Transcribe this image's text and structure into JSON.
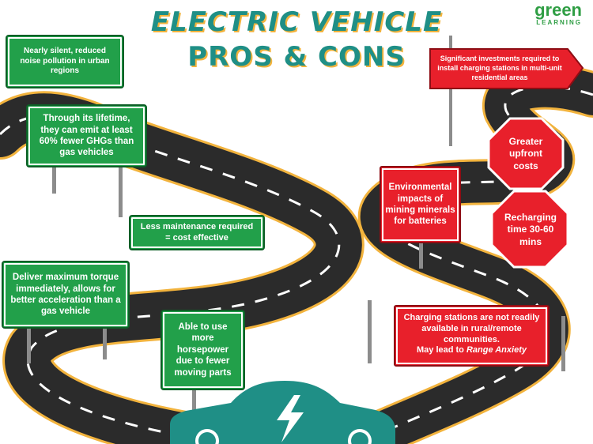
{
  "title": {
    "line1": "ELECTRIC VEHICLE",
    "line2": "PROS & CONS"
  },
  "logo": {
    "top": "green",
    "bottom": "LEARNING"
  },
  "pros": [
    "Nearly silent, reduced noise pollution in urban regions",
    "Through its lifetime, they can emit at least 60% fewer GHGs than gas vehicles",
    "Less maintenance required = cost effective",
    "Deliver maximum torque immediately, allows for better acceleration than a gas vehicle",
    "Able to use more horsepower due to fewer moving parts"
  ],
  "cons": {
    "investment": "Significant investments required to install charging stations in multi-unit residential areas",
    "upfront": "Greater upfront costs",
    "mining": "Environmental impacts of mining minerals for batteries",
    "recharge": "Recharging time 30-60 mins",
    "stations": "Charging stations are not readily available in rural/remote communities.",
    "stations_lead": "May lead to ",
    "stations_emph": "Range Anxiety"
  },
  "colors": {
    "green": "#22a04a",
    "red": "#e8202b",
    "teal": "#1f8f86",
    "road": "#2b2b2b",
    "edge": "#f2b33d"
  },
  "icons": {
    "car": "electric-car-icon",
    "bolt": "lightning-bolt-icon"
  }
}
